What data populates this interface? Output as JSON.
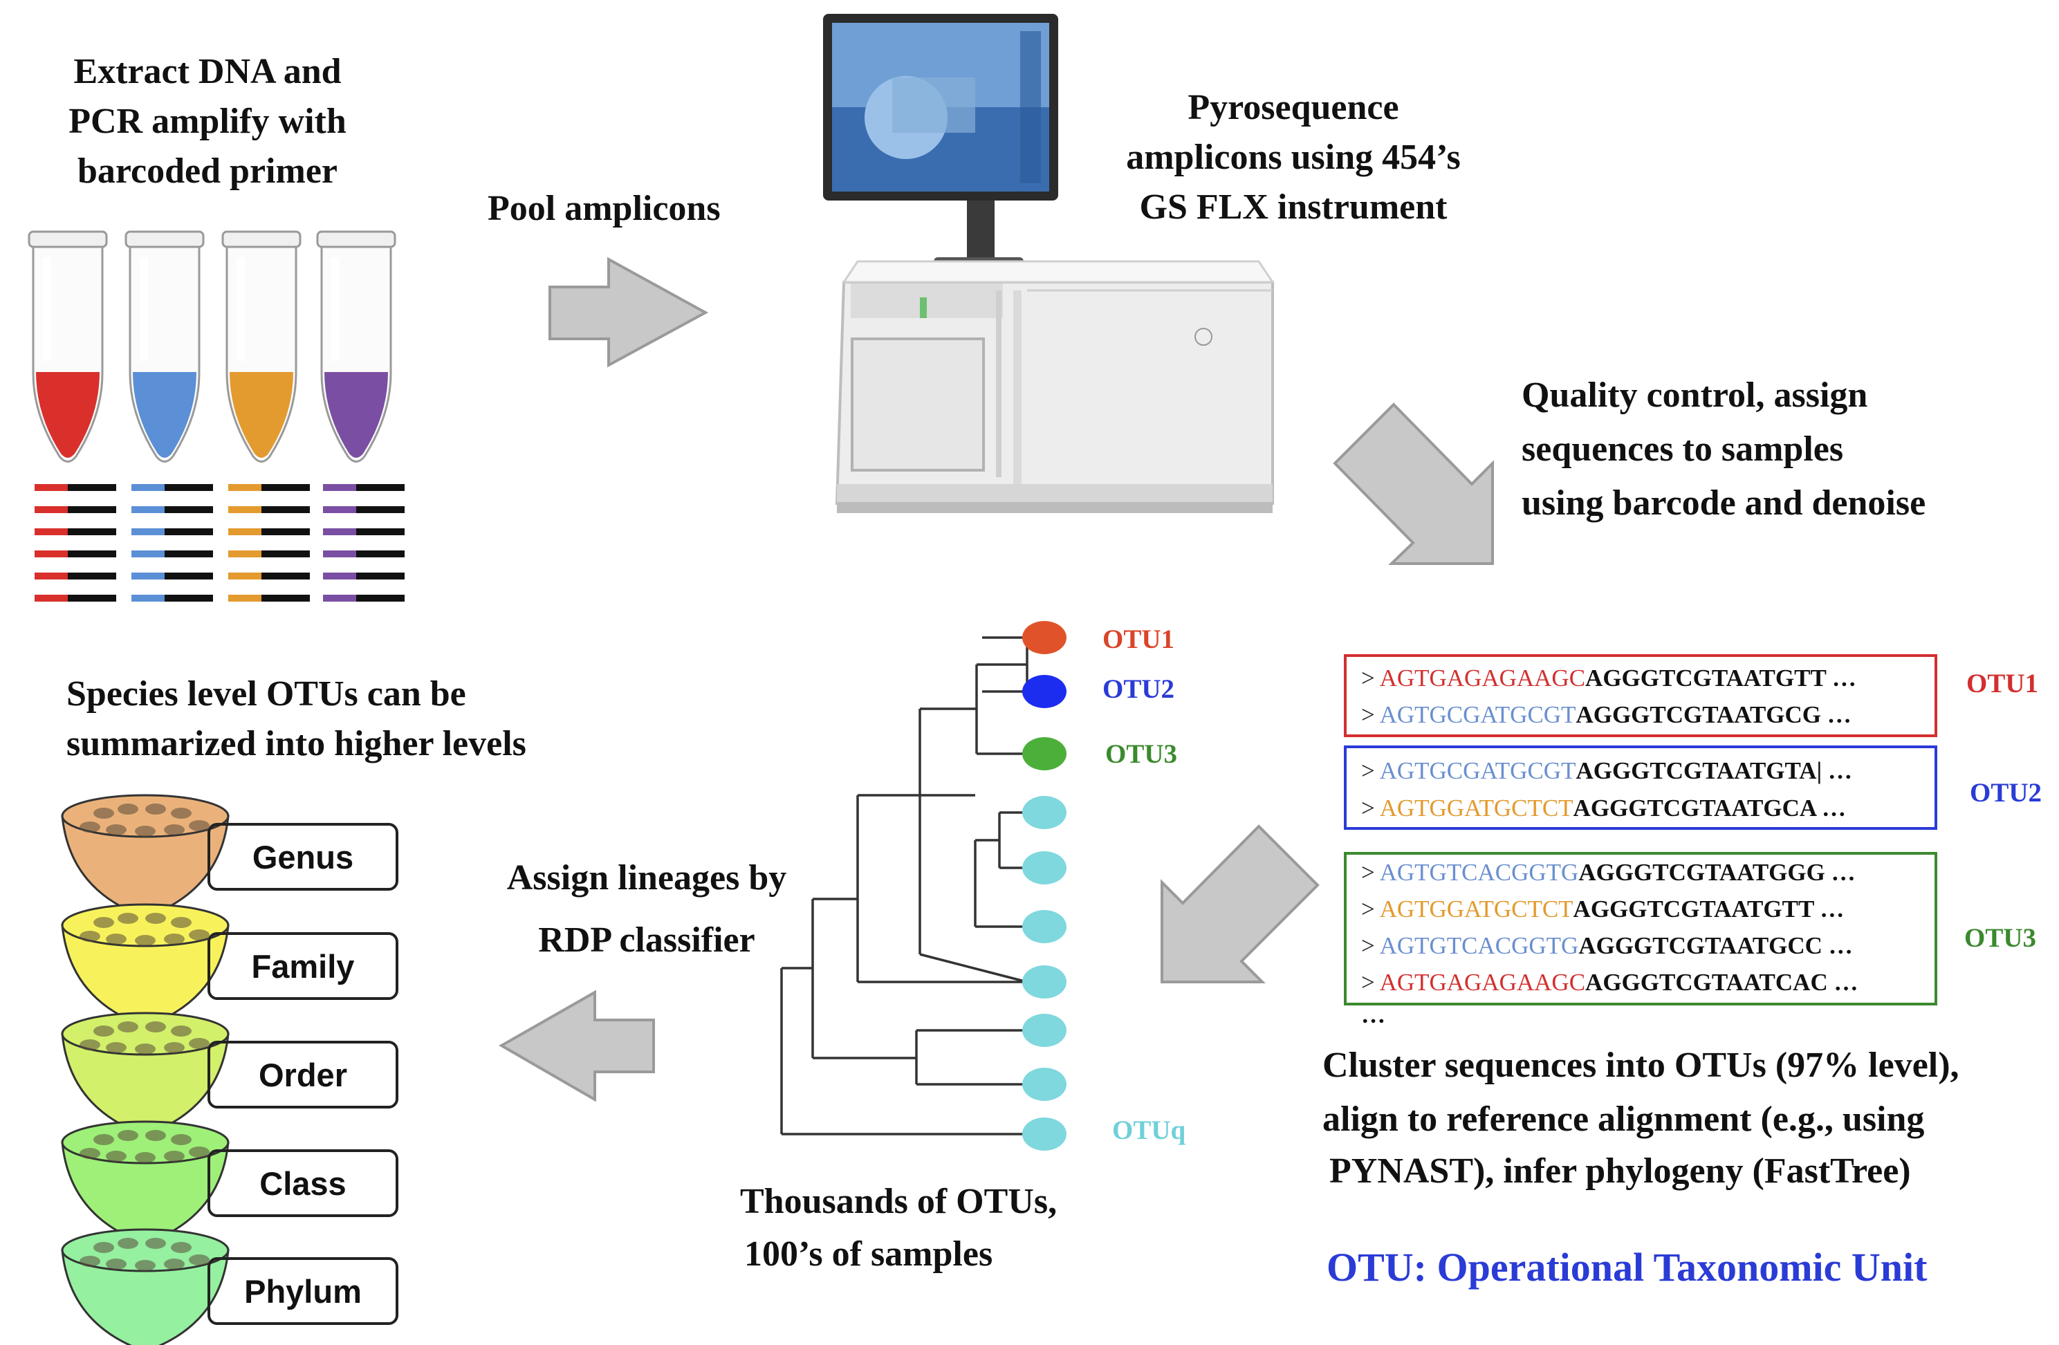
{
  "steps": {
    "extract": [
      "Extract DNA  and",
      "PCR amplify  with",
      "barcoded primer"
    ],
    "pool": "Pool amplicons",
    "pyro": [
      "Pyrosequence",
      "amplicons using 454’s",
      "GS FLX instrument"
    ],
    "qc": [
      "Quality control, assign",
      "sequences to samples",
      "using barcode and denoise"
    ],
    "cluster": [
      "Cluster sequences into OTUs (97% level),",
      "align to reference alignment (e.g., using",
      "PYNAST),   infer phylogeny (FastTree)"
    ],
    "otu_def": "OTU: Operational Taxonomic Unit",
    "tree_caption": [
      "Thousands of OTUs,",
      "100’s of samples"
    ],
    "assign": [
      "Assign lineages by",
      "RDP classifier"
    ],
    "summary": [
      "Species level OTUs can be",
      "summarized into higher levels"
    ]
  },
  "tubes": {
    "colors": [
      "#d9302b",
      "#5b8fd6",
      "#e39a2e",
      "#7a4fa3"
    ]
  },
  "sequences": {
    "ellipsis": "…",
    "groups": [
      {
        "label": "OTU1",
        "color": "#d32f2f",
        "rows": [
          {
            "prefix": ">",
            "barcode": "AGTGAGAGAAGC",
            "barcode_color": "#d32f2f",
            "rest": "AGGGTCGTAATGTT",
            "end": "…"
          },
          {
            "prefix": ">",
            "barcode": "AGTGCGATGCGT",
            "barcode_color": "#6a8fd0",
            "rest": "AGGGTCGTAATGCG",
            "end": "…"
          }
        ]
      },
      {
        "label": "OTU2",
        "color": "#2a3bd6",
        "rows": [
          {
            "prefix": ">",
            "barcode": "AGTGCGATGCGT",
            "barcode_color": "#6a8fd0",
            "rest": "AGGGTCGTAATGTA|",
            "end": "…"
          },
          {
            "prefix": ">",
            "barcode": "AGTGGATGCTCT",
            "barcode_color": "#e39a2e",
            "rest": "AGGGTCGTAATGCA",
            "end": "…"
          }
        ]
      },
      {
        "label": "OTU3",
        "color": "#3b8a2e",
        "rows": [
          {
            "prefix": ">",
            "barcode": "AGTGTCACGGTG",
            "barcode_color": "#6a8fd0",
            "rest": "AGGGTCGTAATGGG",
            "end": "…"
          },
          {
            "prefix": ">",
            "barcode": "AGTGGATGCTCT",
            "barcode_color": "#e39a2e",
            "rest": "AGGGTCGTAATGTT",
            "end": "…"
          },
          {
            "prefix": ">",
            "barcode": "AGTGTCACGGTG",
            "barcode_color": "#6a8fd0",
            "rest": "AGGGTCGTAATGCC",
            "end": "…"
          },
          {
            "prefix": ">",
            "barcode": "AGTGAGAGAAGC",
            "barcode_color": "#d32f2f",
            "rest": "AGGGTCGTAATCAC",
            "end": "…"
          }
        ]
      }
    ]
  },
  "tree": {
    "labels": [
      {
        "text": "OTU1",
        "color": "#d9442a"
      },
      {
        "text": "OTU2",
        "color": "#2a3bd6"
      },
      {
        "text": "OTU3",
        "color": "#3b8a2e"
      },
      {
        "text": "OTUq",
        "color": "#6fd0d8"
      }
    ],
    "leaf_colors": [
      "#e0532a",
      "#1c2df0",
      "#4caf3a",
      "#7ed8de"
    ]
  },
  "ranks": [
    {
      "label": "Genus",
      "color": "#eab27a"
    },
    {
      "label": "Family",
      "color": "#f7f25b"
    },
    {
      "label": "Order",
      "color": "#d2f06a"
    },
    {
      "label": "Class",
      "color": "#9ef078"
    },
    {
      "label": "Phylum",
      "color": "#95f0a0"
    }
  ]
}
